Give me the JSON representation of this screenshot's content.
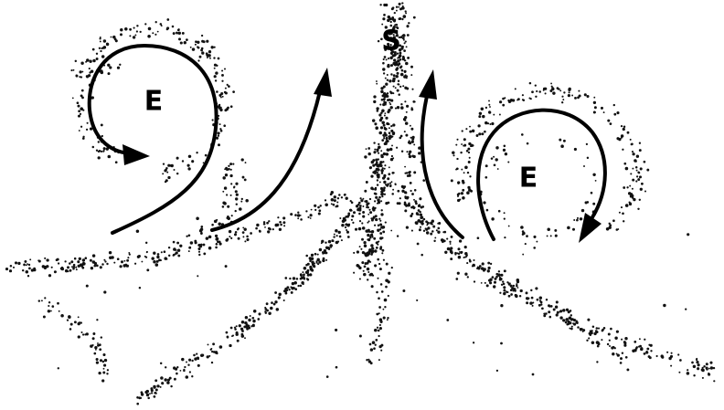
{
  "labels": {
    "stem": "S",
    "eddy_left": "E",
    "eddy_right": "E"
  },
  "colors": {
    "ink": "#000000",
    "background": "#ffffff"
  }
}
